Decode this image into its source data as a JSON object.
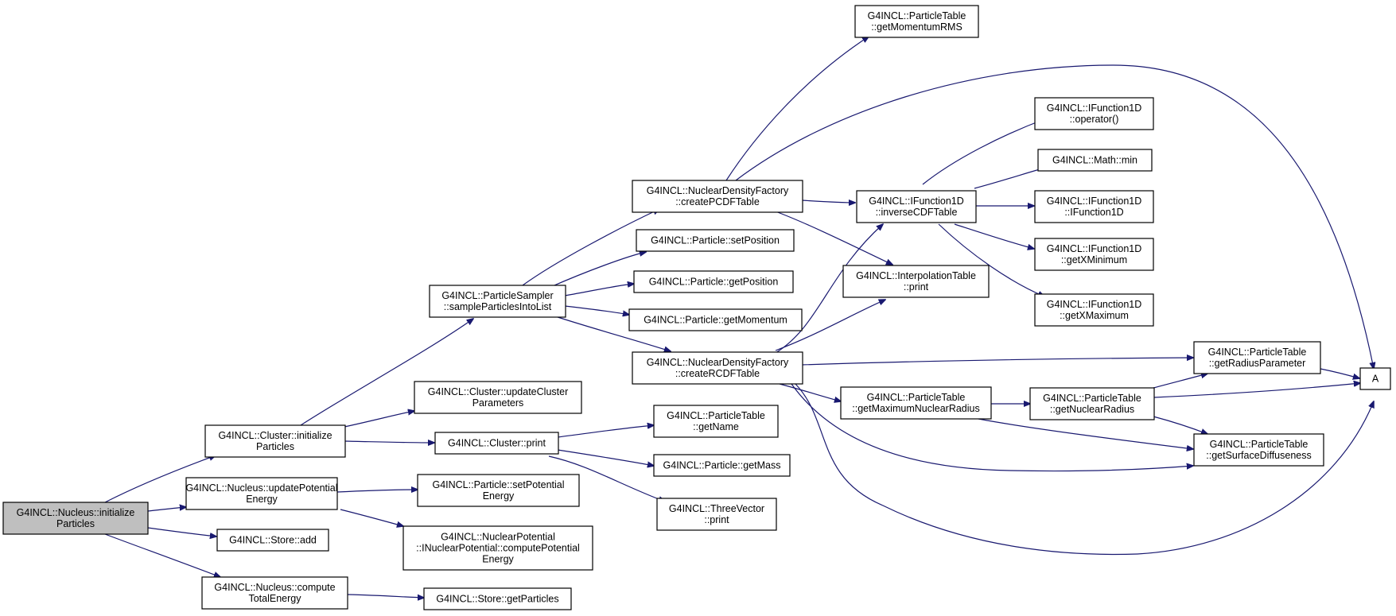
{
  "colors": {
    "edge": "#191970",
    "root_fill": "#bfbfbf",
    "node_fill": "#ffffff"
  },
  "nodes": {
    "root": [
      "G4INCL::Nucleus::initialize",
      "Particles"
    ],
    "cluster_init": [
      "G4INCL::Cluster::initialize",
      "Particles"
    ],
    "nucleus_update_pot": [
      "G4INCL::Nucleus::updatePotential",
      "Energy"
    ],
    "store_add": [
      "G4INCL::Store::add"
    ],
    "nucleus_compute": [
      "G4INCL::Nucleus::compute",
      "TotalEnergy"
    ],
    "psampler": [
      "G4INCL::ParticleSampler",
      "::sampleParticlesIntoList"
    ],
    "cluster_update": [
      "G4INCL::Cluster::updateCluster",
      "Parameters"
    ],
    "cluster_print": [
      "G4INCL::Cluster::print"
    ],
    "particle_set_pot": [
      "G4INCL::Particle::setPotential",
      "Energy"
    ],
    "nuclear_potential": [
      "G4INCL::NuclearPotential",
      "::INuclearPotential::computePotential",
      "Energy"
    ],
    "store_get": [
      "G4INCL::Store::getParticles"
    ],
    "pcdf": [
      "G4INCL::NuclearDensityFactory",
      "::createPCDFTable"
    ],
    "set_position": [
      "G4INCL::Particle::setPosition"
    ],
    "get_position": [
      "G4INCL::Particle::getPosition"
    ],
    "get_momentum": [
      "G4INCL::Particle::getMomentum"
    ],
    "rcdf": [
      "G4INCL::NuclearDensityFactory",
      "::createRCDFTable"
    ],
    "pt_getname": [
      "G4INCL::ParticleTable",
      "::getName"
    ],
    "get_mass": [
      "G4INCL::Particle::getMass"
    ],
    "threevec_print": [
      "G4INCL::ThreeVector",
      "::print"
    ],
    "momentum_rms": [
      "G4INCL::ParticleTable",
      "::getMomentumRMS"
    ],
    "inverse_cdf": [
      "G4INCL::IFunction1D",
      "::inverseCDFTable"
    ],
    "interp_print": [
      "G4INCL::InterpolationTable",
      "::print"
    ],
    "max_nuc_radius": [
      "G4INCL::ParticleTable",
      "::getMaximumNuclearRadius"
    ],
    "operator": [
      "G4INCL::IFunction1D",
      "::operator()"
    ],
    "math_min": [
      "G4INCL::Math::min"
    ],
    "ifunc_ctor": [
      "G4INCL::IFunction1D",
      "::IFunction1D"
    ],
    "get_xmin": [
      "G4INCL::IFunction1D",
      "::getXMinimum"
    ],
    "get_xmax": [
      "G4INCL::IFunction1D",
      "::getXMaximum"
    ],
    "radius_param": [
      "G4INCL::ParticleTable",
      "::getRadiusParameter"
    ],
    "nuclear_radius": [
      "G4INCL::ParticleTable",
      "::getNuclearRadius"
    ],
    "surface_diff": [
      "G4INCL::ParticleTable",
      "::getSurfaceDiffuseness"
    ],
    "A": [
      "A"
    ]
  }
}
